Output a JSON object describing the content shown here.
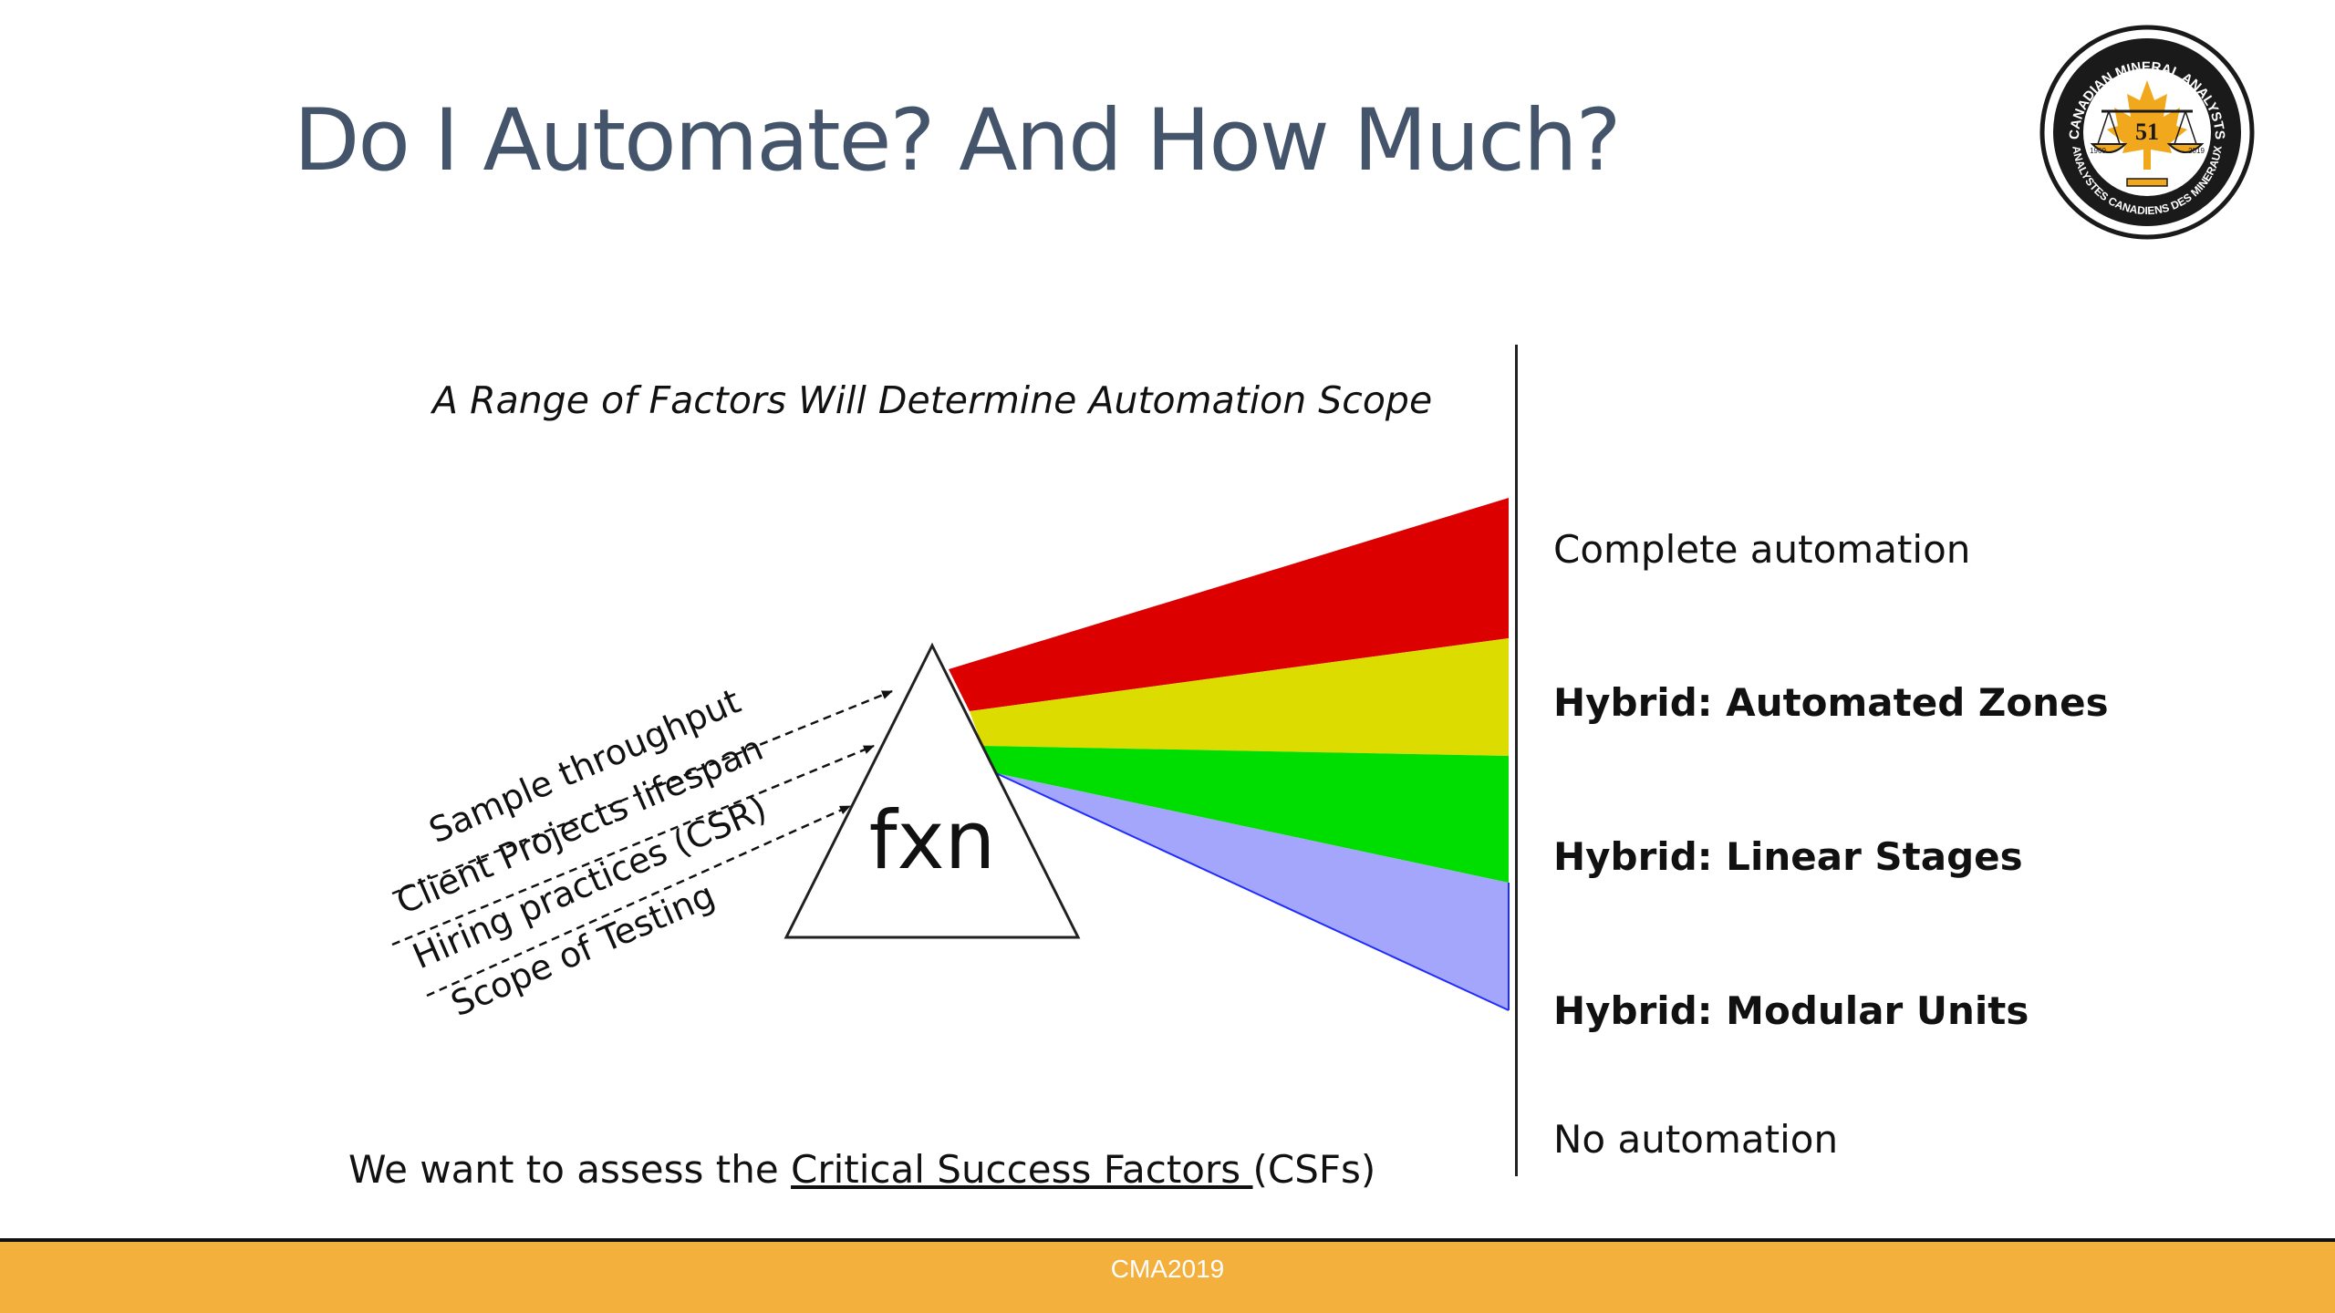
{
  "slide": {
    "title": "Do I Automate?  And How Much?",
    "subtitle": "A Range of Factors Will Determine Automation Scope",
    "bottom": {
      "prefix": "We want to assess the ",
      "highlight": "Critical Success Factors ",
      "suffix": "(CSFs)"
    },
    "footer": "CMA2019"
  },
  "prism": {
    "label": "fxn",
    "inputs": [
      "Sample throughput",
      "Client Projects lifespan",
      "Hiring practices (CSR)",
      "Scope of Testing"
    ],
    "beams": [
      {
        "color": "#dd0000"
      },
      {
        "color": "#dcdc00"
      },
      {
        "color": "#00dd00"
      },
      {
        "color": "#a3a6fb"
      }
    ]
  },
  "automation_levels": [
    {
      "label": "Complete automation",
      "bold": false
    },
    {
      "label": "Hybrid: Automated Zones",
      "bold": true
    },
    {
      "label": "Hybrid: Linear Stages",
      "bold": true
    },
    {
      "label": "Hybrid: Modular Units",
      "bold": true
    },
    {
      "label": "No automation",
      "bold": false
    }
  ],
  "logo": {
    "outer_text": "CANADIAN MINERAL ANALYSTS",
    "inner_text": "ANALYSTES CANADIENS DES MINERAUX",
    "number": "51",
    "year_left": "1969",
    "year_right": "2019",
    "colors": {
      "gold": "#f2a81d",
      "dark": "#1a1a1a"
    }
  }
}
